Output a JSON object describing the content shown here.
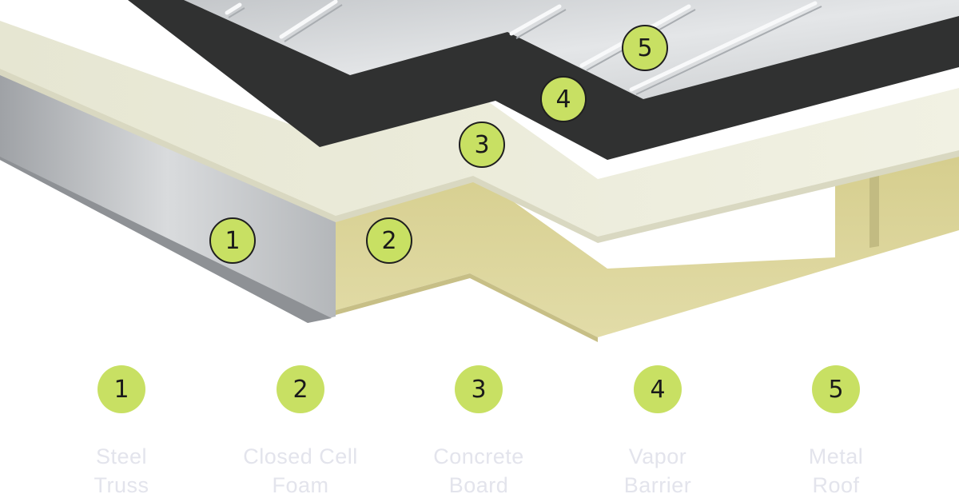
{
  "colors": {
    "accent_green": "#c8e063",
    "badge_outline": "#1f1f1f",
    "label_text": "#e3e4ec",
    "foam_yellow": "#dcd59b",
    "board_cream": "#eeeedd",
    "barrier_black": "#303131",
    "metal_gray": "#d2d4d6",
    "truss_gray": "#bfc1c4"
  },
  "callouts": [
    {
      "number": "1",
      "label": "Steel\nTruss",
      "icon": "steel-truss-layer"
    },
    {
      "number": "2",
      "label": "Closed Cell\nFoam",
      "icon": "closed-cell-foam-layer"
    },
    {
      "number": "3",
      "label": "Concrete\nBoard",
      "icon": "concrete-board-layer"
    },
    {
      "number": "4",
      "label": "Vapor\nBarrier",
      "icon": "vapor-barrier-layer"
    },
    {
      "number": "5",
      "label": "Metal\nRoof",
      "icon": "metal-roof-layer"
    }
  ]
}
